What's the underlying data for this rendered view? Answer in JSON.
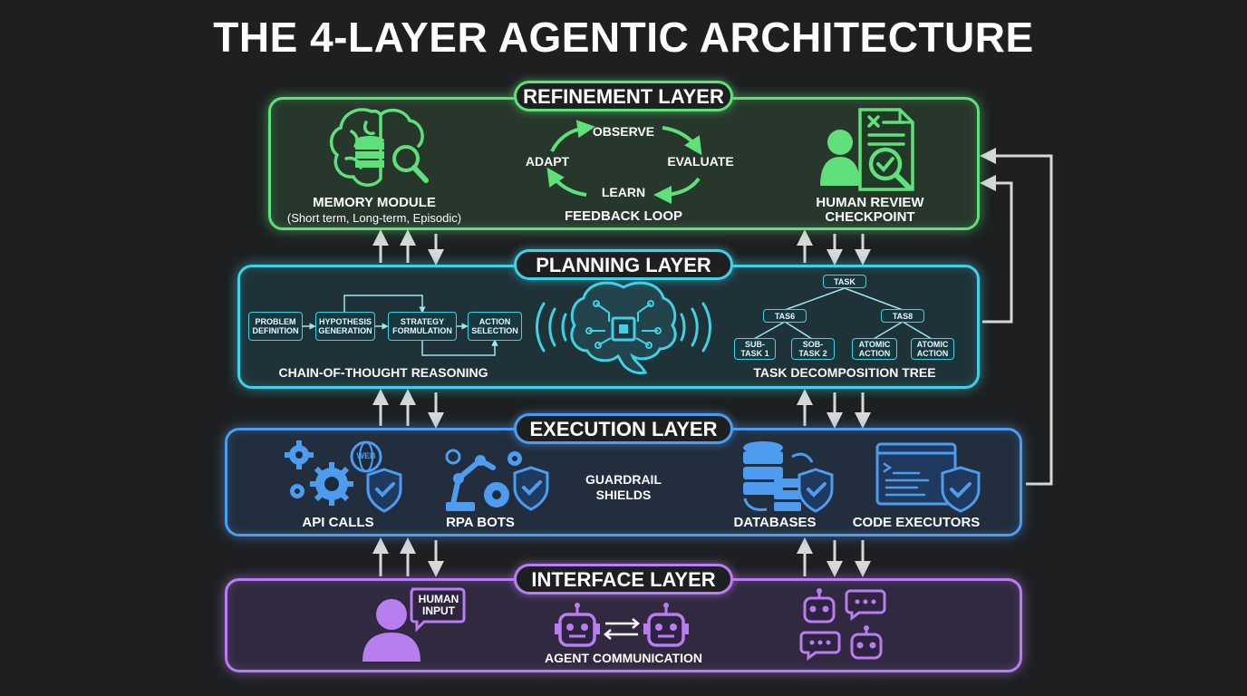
{
  "title": "THE 4-LAYER AGENTIC ARCHITECTURE",
  "colors": {
    "background": "#1d1f21",
    "refinement": "#5fe07a",
    "planning": "#3fd1e6",
    "execution": "#4e9cf0",
    "interface": "#b87ef0",
    "arrows": "#d8d8d8"
  },
  "refinement": {
    "title": "REFINEMENT LAYER",
    "memory": {
      "label": "MEMORY MODULE",
      "sub": "(Short term, Long-term, Episodic)",
      "icon": "brain-database-icon"
    },
    "loop": {
      "observe": "OBSERVE",
      "evaluate": "EVALUATE",
      "learn": "LEARN",
      "adapt": "ADAPT",
      "label": "FEEDBACK LOOP"
    },
    "review": {
      "label_1": "HUMAN REVIEW",
      "label_2": "CHECKPOINT",
      "icon": "human-review-document-icon"
    }
  },
  "planning": {
    "title": "PLANNING LAYER",
    "cot": {
      "steps": [
        {
          "line1": "PROBLEM",
          "line2": "DEFINITION"
        },
        {
          "line1": "HYPOTHESIS",
          "line2": "GENERATION"
        },
        {
          "line1": "STRATEGY",
          "line2": "FORMULATION"
        },
        {
          "line1": "ACTION",
          "line2": "SELECTION"
        }
      ],
      "label": "CHAIN-OF-THOUGHT REASONING"
    },
    "brain_icon": "brain-chip-icon",
    "tree": {
      "root": "TASK",
      "mid": [
        "TAS6",
        "TAS8"
      ],
      "leaves": [
        {
          "line1": "SUB-",
          "line2": "TASK 1"
        },
        {
          "line1": "SOB-",
          "line2": "TASK 2"
        },
        {
          "line1": "ATOMIC",
          "line2": "ACTION"
        },
        {
          "line1": "ATOMIC",
          "line2": "ACTION"
        }
      ],
      "label": "TASK DECOMPOSITION TREE"
    }
  },
  "execution": {
    "title": "EXECUTION LAYER",
    "api": {
      "label": "API CALLS",
      "badge": "WEB",
      "icon": "gears-web-shield-icon"
    },
    "rpa": {
      "label": "RPA BOTS",
      "icon": "robot-arm-shield-icon"
    },
    "guardrail": {
      "line1": "GUARDRAIL",
      "line2": "SHIELDS"
    },
    "db": {
      "label": "DATABASES",
      "icon": "database-shield-icon"
    },
    "code": {
      "label": "CODE EXECUTORS",
      "icon": "terminal-shield-icon"
    }
  },
  "interface": {
    "title": "INTERFACE LAYER",
    "human": {
      "bubble_1": "HUMAN",
      "bubble_2": "INPUT",
      "icon": "person-speech-icon"
    },
    "agents": {
      "label": "AGENT COMMUNICATION",
      "icon": "robots-exchange-icon"
    },
    "chat_icon": "robots-chat-icon"
  }
}
